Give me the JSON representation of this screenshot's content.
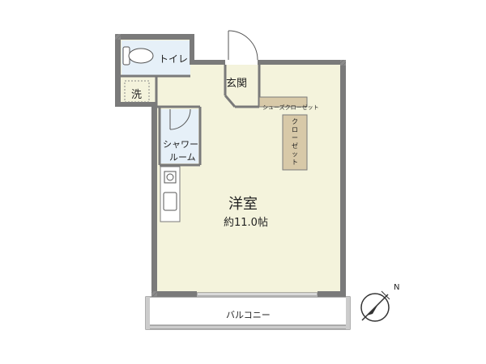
{
  "rooms": {
    "main_label": "洋室",
    "main_area": "約11.0帖",
    "toilet": "トイレ",
    "wash": "洗",
    "entrance": "玄関",
    "shoe_closet": "シューズクローゼット",
    "closet": "クローゼット",
    "shower_line1": "シャワー",
    "shower_line2": "ルーム",
    "balcony": "バルコニー"
  },
  "compass": {
    "north_label": "N"
  },
  "colors": {
    "floor": "#f4f3dc",
    "wall": "#7a7a7a",
    "wet_area": "#e6f0f8",
    "closet": "#d8c9a8"
  }
}
